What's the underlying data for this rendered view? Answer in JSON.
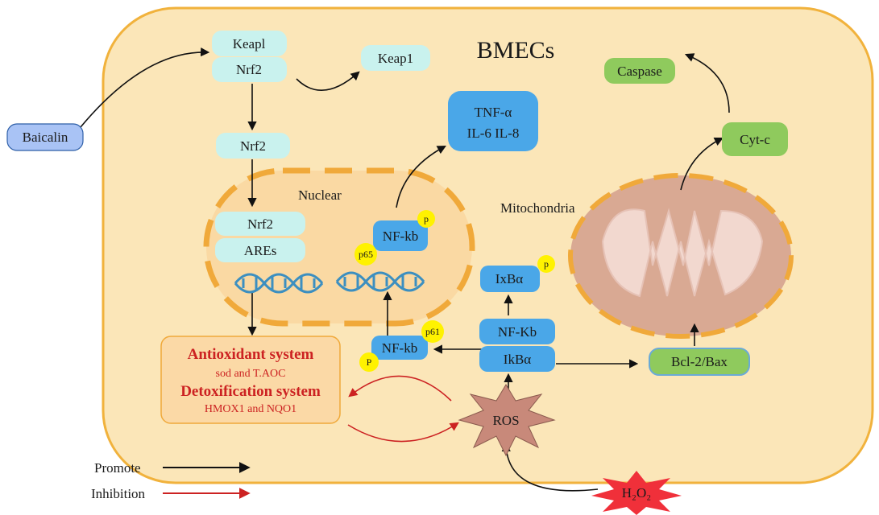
{
  "title": "BMECs",
  "nodes": {
    "baicalin": "Baicalin",
    "keap1_bound": "Keapl",
    "nrf2_bound": "Nrf2",
    "keap1_free": "Keap1",
    "nrf2_free": "Nrf2",
    "nrf2_nuclear": "Nrf2",
    "ares": "AREs",
    "nuclear_label": "Nuclear",
    "nfkb_nuclear": "NF-kb",
    "p_nuclear": "p",
    "p65": "p65",
    "cytokines_line1": "TNF-α",
    "cytokines_line2": "IL-6 IL-8",
    "mitochondria": "Mitochondria",
    "caspase": "Caspase",
    "cytc": "Cyt-c",
    "ixba": "IxBα",
    "p_ixba": "p",
    "nfkb_complex": "NF-Kb",
    "ikba": "IkBα",
    "nfkb_cyto": "NF-kb",
    "p61": "p61",
    "p_cyto": "P",
    "bcl2": "Bcl-2/Bax",
    "antioxidant": "Antioxidant system",
    "sod": "sod and T.AOC",
    "detox": "Detoxification system",
    "hmox": "HMOX1 and NQO1",
    "ros": "ROS",
    "h2o2": "H₂O₂"
  },
  "legend": {
    "promote": "Promote",
    "inhibition": "Inhibition"
  },
  "colors": {
    "cell_fill": "#fbe6b8",
    "cell_border": "#f1b23c",
    "cyan_box": "#c9f2ee",
    "blue_box": "#4aa7e8",
    "green_box": "#8fca5d",
    "baicalin_box": "#a9c3f5",
    "yellow_badge": "#fff200",
    "mito_fill": "#d9a993",
    "mito_inner": "#f2d8cf",
    "ros_star": "#c8897a",
    "h2o2_star": "#f0303a",
    "promote_arrow": "#111111",
    "inhibition_arrow": "#cc2222"
  }
}
